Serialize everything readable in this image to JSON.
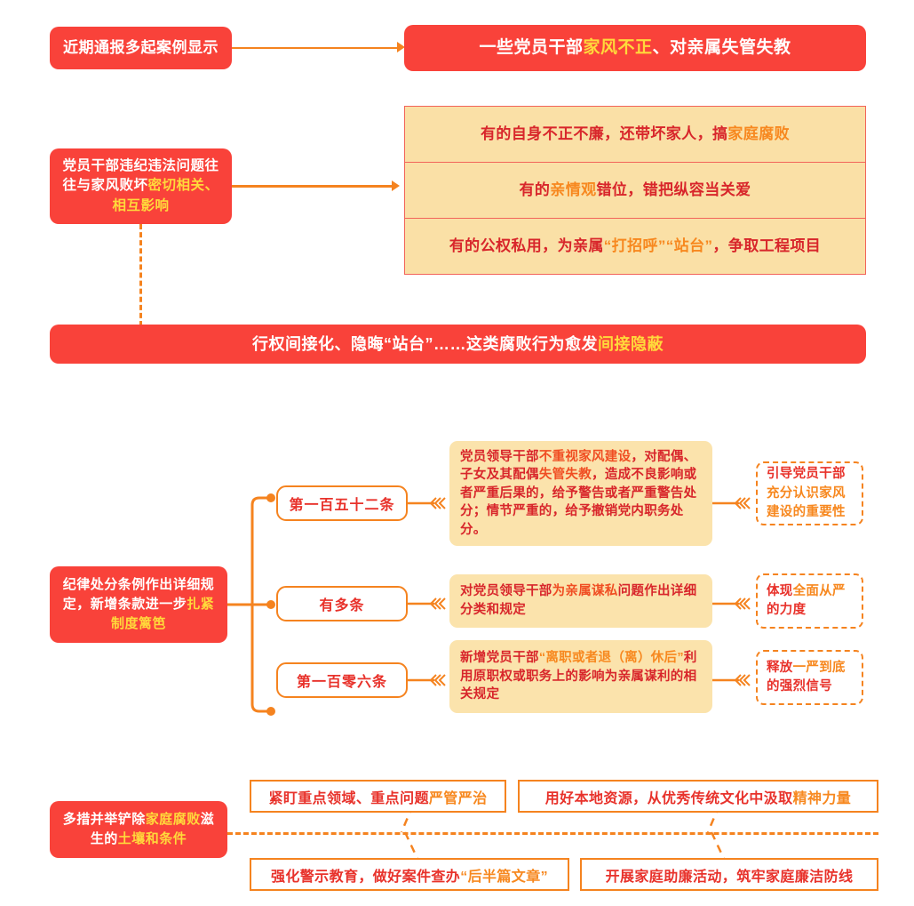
{
  "theme": {
    "red": "#F9423A",
    "orange": "#F5831F",
    "beige": "#FAE0A6",
    "deep_red_text": "#D8262B",
    "yellow_text": "#FFD93B"
  },
  "section1": {
    "source_box": "近期通报多起案例显示",
    "headline": {
      "part1": "一些党员干部",
      "highlight": "家风不正",
      "part2": "、对亲属失管失教"
    }
  },
  "section2": {
    "left_box": {
      "part1": "党员干部违纪违法问题往往与家风败坏",
      "highlight": "密切相关、相互影响"
    },
    "items": [
      {
        "part1": "有的自身不正不廉，还带坏家人，搞",
        "highlight": "家庭腐败",
        "part2": ""
      },
      {
        "part1": "有的",
        "highlight": "亲情观",
        "part2": "错位，错把纵容当关爱"
      },
      {
        "part1": "有的公权私用，为亲属",
        "highlight": "“打招呼”“站台”",
        "part2": "，争取工程项目"
      }
    ],
    "banner": {
      "part1": "行权间接化、隐晦“站台”……这类腐败行为愈发",
      "highlight": "间接隐蔽"
    }
  },
  "section3": {
    "left_box": {
      "part1": "纪律处分条例作出详细规定，新增条款进一步",
      "highlight": "扎紧制度篱笆"
    },
    "rows": [
      {
        "label": "第一百五十二条",
        "content": {
          "p1": "党员领导干部",
          "h1": "不重视家风建设",
          "p2": "，对配偶、子女及其配偶",
          "h2": "失管失教",
          "p3": "，造成不良影响或者严重后果的，给予警告或者严重警告处分；情节严重的，给予撤销党内职务处分。"
        },
        "outcome": {
          "p1": "引导党员干部",
          "h1": "充分认识家风建设的重要性"
        }
      },
      {
        "label": "有多条",
        "content": {
          "p1": "对党员领导干部",
          "h1": "为亲属谋私",
          "p2": "问题作出详细分类和规定",
          "h2": "",
          "p3": ""
        },
        "outcome": {
          "p1": "体现",
          "h1": "全面从严",
          "p2": "的力度"
        }
      },
      {
        "label": "第一百零六条",
        "content": {
          "p1": "新增党员干部",
          "h1": "“离职或者退（离）休后”",
          "p2": "利用原职权或职务上的影响为亲属谋利的相关规定",
          "h2": "",
          "p3": ""
        },
        "outcome": {
          "p1": "释放",
          "h1": "一严到底",
          "p2": "的强烈信号"
        }
      }
    ]
  },
  "section4": {
    "left_box": {
      "p1": "多措并举铲除",
      "h1": "家庭腐败",
      "p2": "滋生的",
      "h2": "土壤和条件"
    },
    "measures": [
      {
        "part1": "紧盯重点领域、重点问题",
        "highlight": "严管严治"
      },
      {
        "part1": "用好本地资源，从优秀传统文化中汲取",
        "highlight": "精神力量"
      },
      {
        "part1": "强化警示教育，做好案件查办",
        "highlight": "“后半篇文章”"
      },
      {
        "part1": "开展家庭助廉活动，筑牢家庭廉洁防线",
        "highlight": ""
      }
    ]
  }
}
